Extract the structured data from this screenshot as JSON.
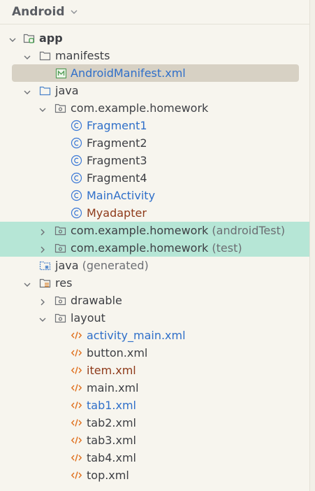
{
  "header": {
    "title": "Android"
  },
  "tree": {
    "app": "app",
    "manifests": "manifests",
    "android_manifest": "AndroidManifest.xml",
    "java": "java",
    "pkg_main": "com.example.homework",
    "fragment1": "Fragment1",
    "fragment2": "Fragment2",
    "fragment3": "Fragment3",
    "fragment4": "Fragment4",
    "main_activity": "MainActivity",
    "myadapter": "Myadapter",
    "pkg_android_test": "com.example.homework",
    "pkg_android_test_suffix": "(androidTest)",
    "pkg_test": "com.example.homework",
    "pkg_test_suffix": "(test)",
    "java_generated": "java",
    "java_generated_suffix": "(generated)",
    "res": "res",
    "drawable": "drawable",
    "layout": "layout",
    "activity_main": "activity_main.xml",
    "button_xml": "button.xml",
    "item_xml": "item.xml",
    "main_xml": "main.xml",
    "tab1_xml": "tab1.xml",
    "tab2_xml": "tab2.xml",
    "tab3_xml": "tab3.xml",
    "tab4_xml": "tab4.xml",
    "top_xml": "top.xml"
  },
  "colors": {
    "selected_bg": "#d7d1c4",
    "teal_highlight": "#b6e6d6",
    "modified_blue": "#2f6fc9",
    "untracked_brown": "#8e3a1a",
    "class_icon": "#3a78d6",
    "xml_icon": "#e0701e"
  },
  "icons": {
    "header_chevron": "chevron-down-icon",
    "expanded": "chevron-down-icon",
    "collapsed": "chevron-right-icon",
    "module": "module-folder-icon",
    "folder": "folder-icon",
    "package": "package-icon",
    "manifest": "manifest-file-icon",
    "class": "class-icon",
    "generated": "generated-source-folder-icon",
    "resources": "resources-folder-icon",
    "xml": "xml-file-icon"
  }
}
